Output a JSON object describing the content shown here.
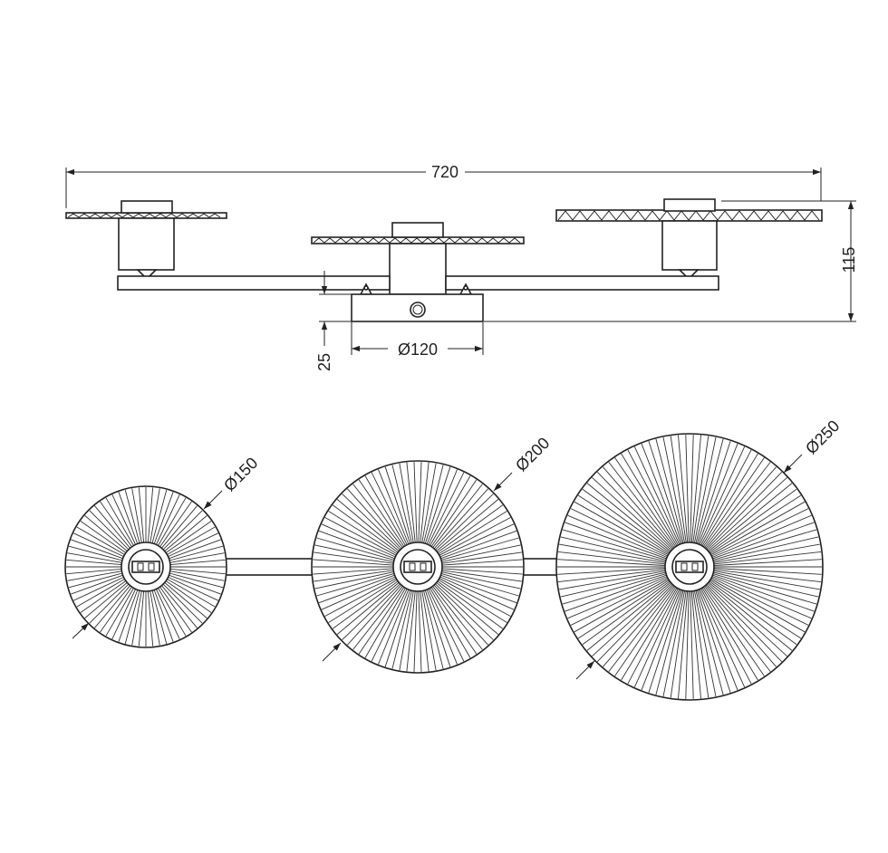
{
  "dimensions": {
    "overall_width": "720",
    "height": "115",
    "base_height": "25",
    "base_diameter": "Ø120",
    "shade_small": "Ø150",
    "shade_medium": "Ø200",
    "shade_large": "Ø250"
  }
}
